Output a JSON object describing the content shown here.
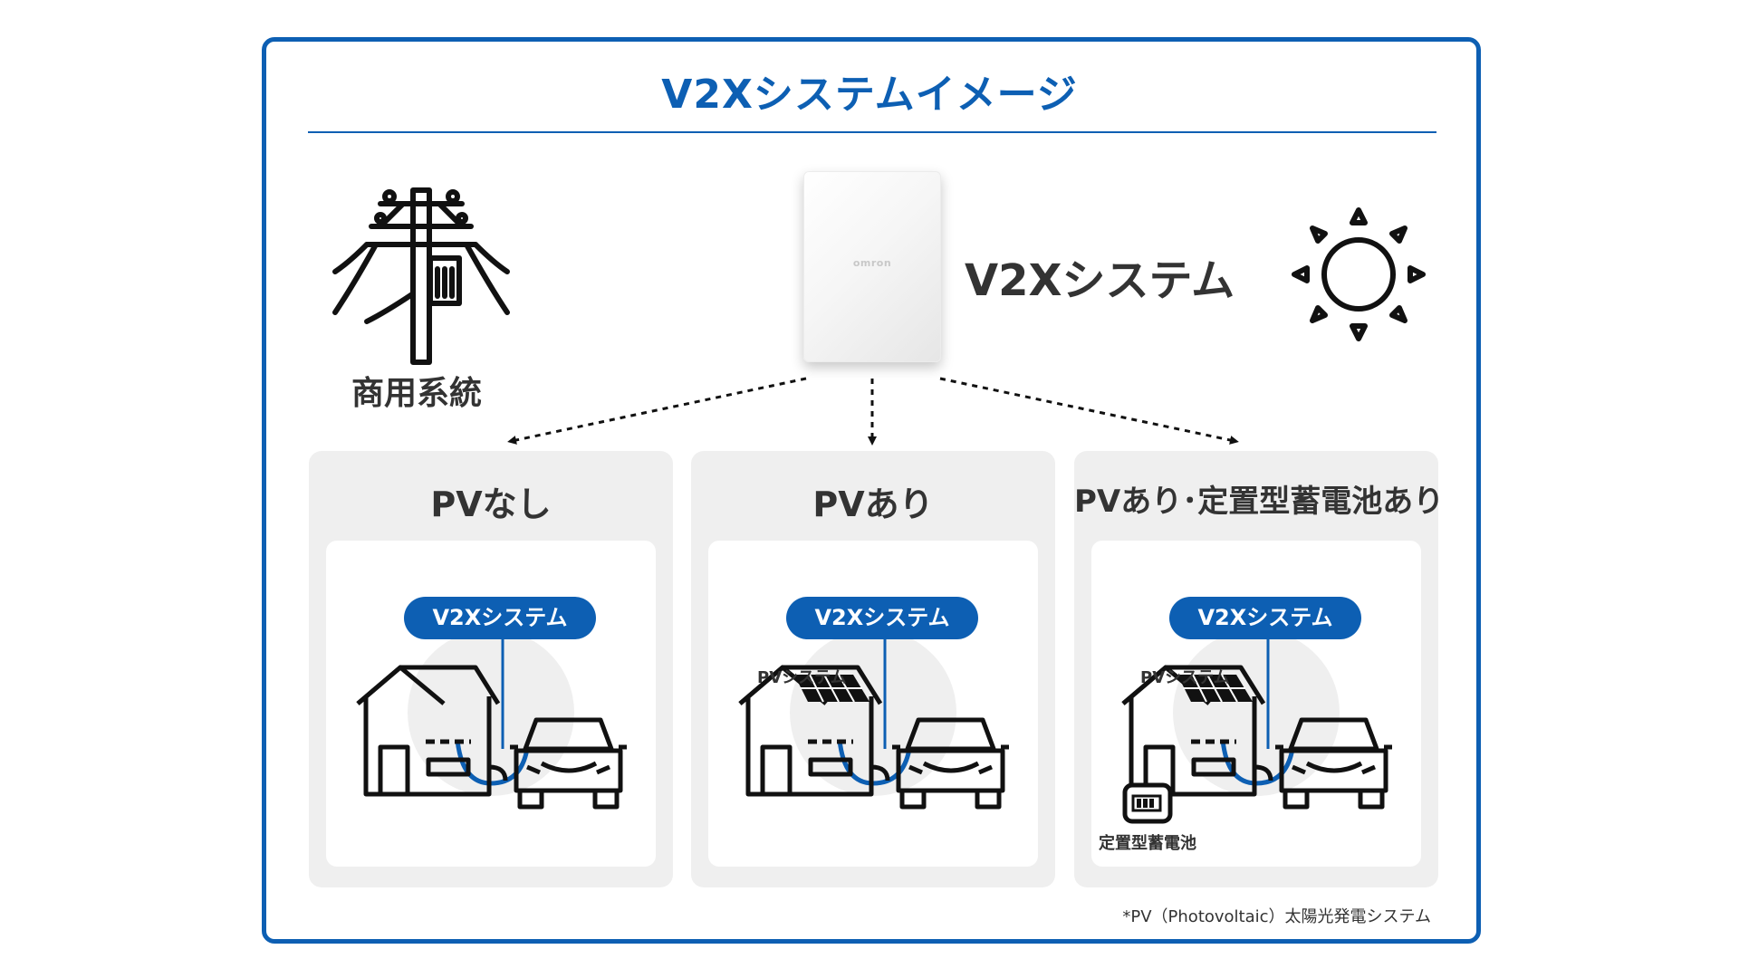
{
  "title": "V2Xシステムイメージ",
  "grid": {
    "label": "商用系統",
    "icon": "utility-pole-icon"
  },
  "device": {
    "brand": "omron",
    "label": "V2Xシステム"
  },
  "sun": {
    "icon": "sun-icon"
  },
  "panels": [
    {
      "title": "PVなし",
      "pill": "V2Xシステム"
    },
    {
      "title": "PVあり",
      "pill": "V2Xシステム",
      "pv_label": "PVシステム"
    },
    {
      "title": "PVあり･定置型蓄電池あり",
      "pill": "V2Xシステム",
      "pv_label": "PVシステム",
      "battery_label": "定置型蓄電池"
    }
  ],
  "footnote": "*PV（Photovoltaic）太陽光発電システム",
  "colors": {
    "accent": "#0d5fb3",
    "panel_bg": "#efefef",
    "text": "#333333"
  }
}
